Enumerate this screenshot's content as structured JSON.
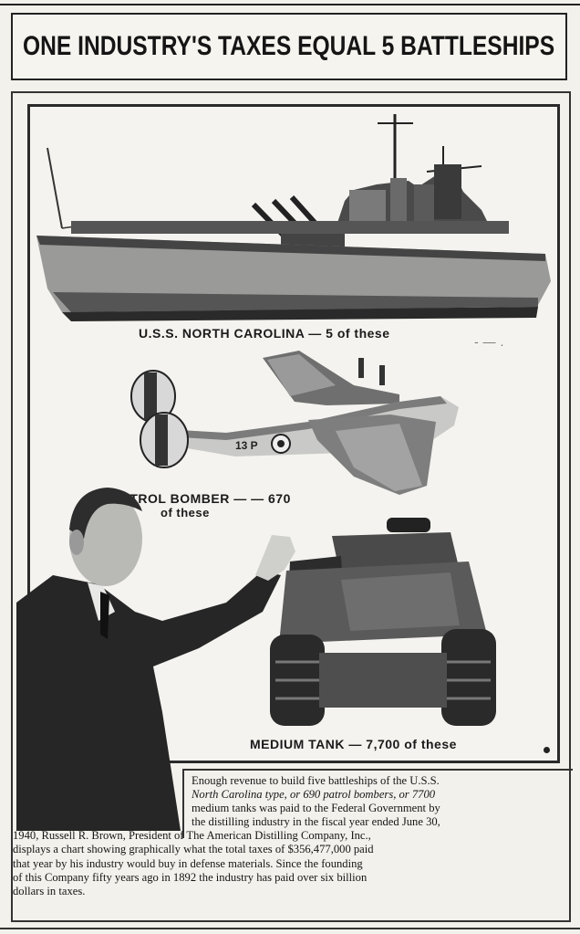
{
  "headline": "ONE INDUSTRY'S TAXES EQUAL 5 BATTLESHIPS",
  "labels": {
    "battleship": "U.S.S. NORTH CAROLINA — 5 of these",
    "bomber_line1": "PATROL BOMBER — — 670",
    "bomber_line2": "of these",
    "tank": "MEDIUM TANK — 7,700 of these",
    "bomber_markings": "13 P"
  },
  "caption": {
    "lines": [
      "Enough revenue to build five battleships of the U.S.S.",
      "North Carolina type, or 690 patrol bombers, or 7700",
      "medium tanks was paid to the Federal Government by",
      "the distilling industry in the fiscal year ended June 30,",
      "1940, Russell R. Brown, President of The American Distilling Company, Inc.,",
      "displays a chart showing graphically what the total taxes of $356,477,000 paid",
      "that year by his industry would buy in defense materials. Since the founding",
      "of this Company fifty years ago in 1892 the industry has paid over six billion",
      "dollars in taxes."
    ]
  }
}
